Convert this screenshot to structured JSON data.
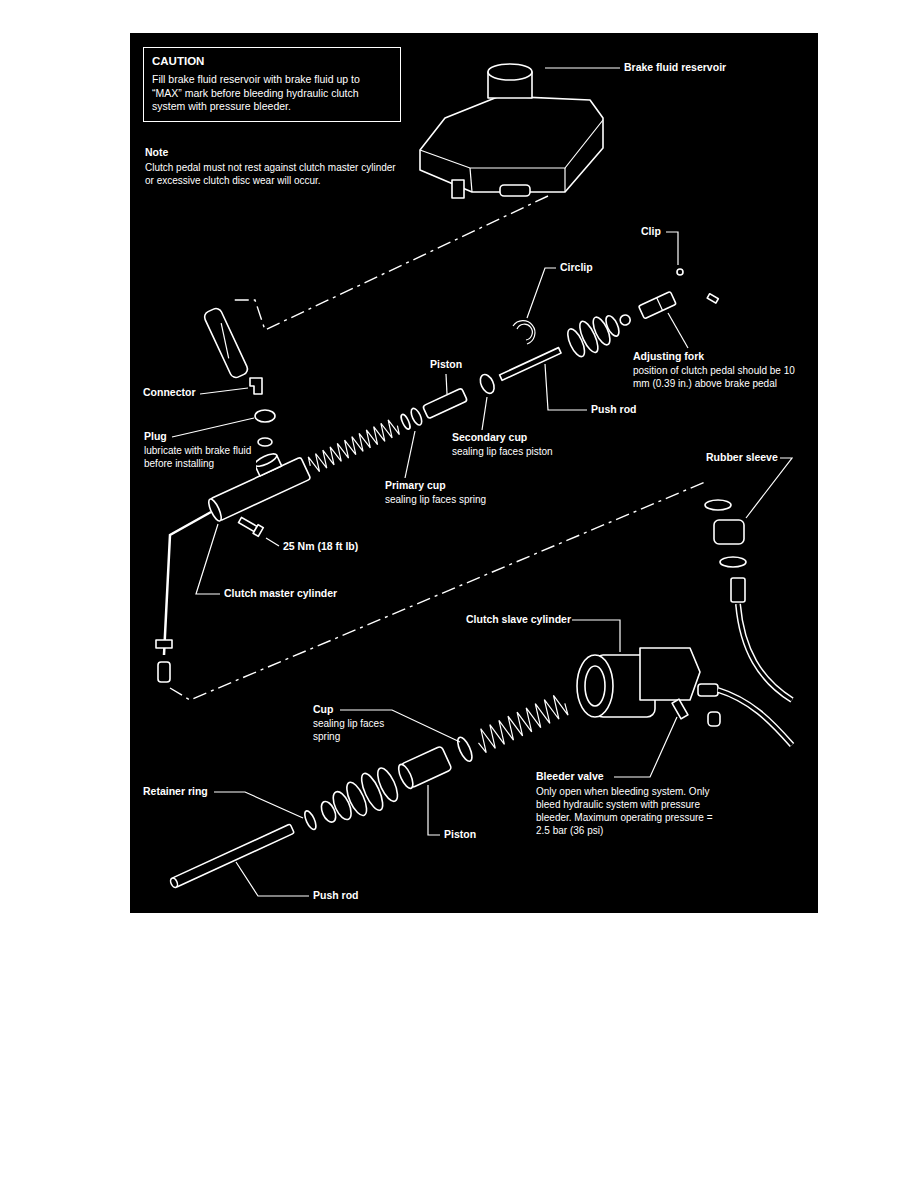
{
  "diagram": {
    "nodes": [
      {
        "text": [
          "CAUTION",
          "Fill brake fluid reservoir with brake fluid up to “MAX” mark before bleeding hydraulic clutch system with pressure bleeder."
        ]
      }
    ],
    "labels": [
      "Note",
      "Clutch pedal must not rest against clutch master cylinder or excessive clutch disc wear will occur.",
      "Brake fluid reservoir",
      "Clip",
      "Circlip",
      "Adjusting fork",
      "position of clutch pedal should be 10 mm (0.39 in.) above brake pedal",
      "Piston",
      "Push rod",
      "Connector",
      "Secondary cup",
      "sealing lip faces piston",
      "Plug",
      "lubricate with brake fluid before installing",
      "Primary cup",
      "sealing lip faces spring",
      "Rubber sleeve",
      "25 Nm (18 ft lb)",
      "Clutch master cylinder",
      "Clutch slave cylinder",
      "Cup",
      "sealing lip faces spring",
      "Bleeder valve",
      "Only open when bleeding system. Only bleed hydraulic system with pressure bleeder. Maximum operating pressure = 2.5 bar (36 psi)",
      "Retainer ring",
      "Piston",
      "Push rod"
    ]
  }
}
